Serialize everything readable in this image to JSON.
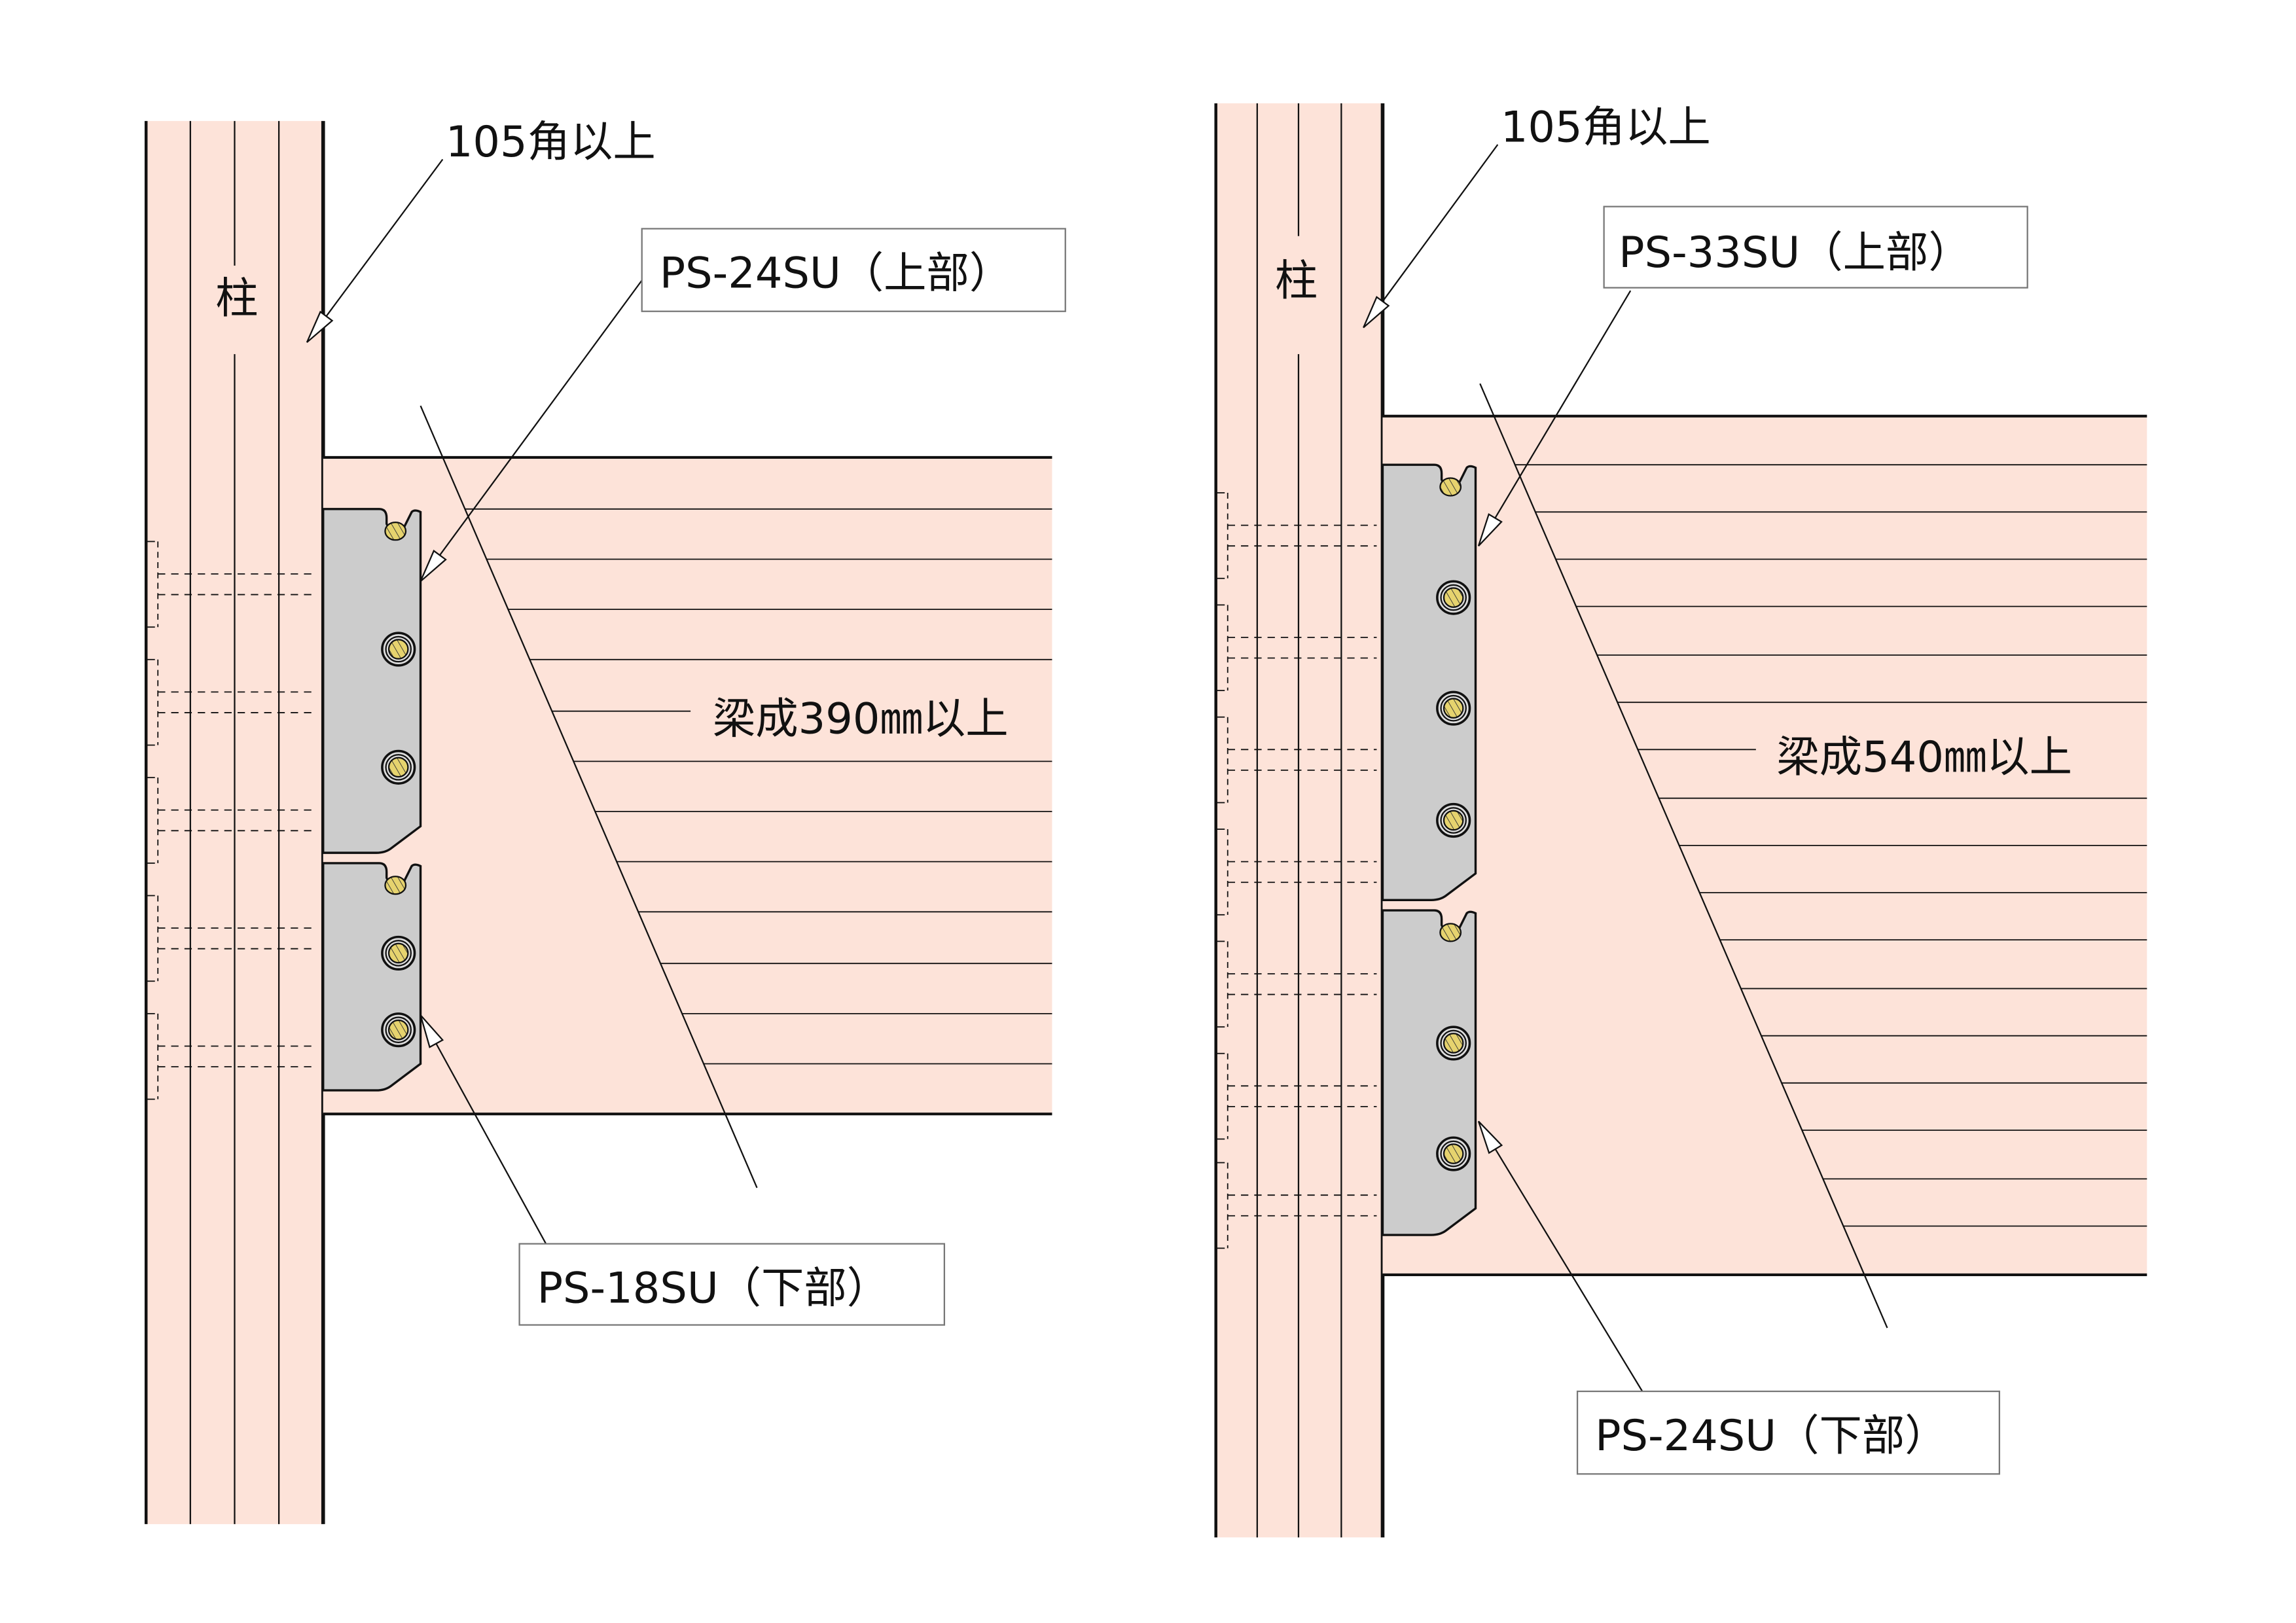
{
  "colors": {
    "wood": "#fde3d9",
    "plate": "#cccccc",
    "bolt": "#e6d36e",
    "line": "#111111"
  },
  "left": {
    "column_label": "柱",
    "column_size": "105角以上",
    "upper_hardware": "PS-24SU（上部）",
    "lower_hardware": "PS-18SU（下部）",
    "beam_depth": "梁成390㎜以上"
  },
  "right": {
    "column_label": "柱",
    "column_size": "105角以上",
    "upper_hardware": "PS-33SU（上部）",
    "lower_hardware": "PS-24SU（下部）",
    "beam_depth": "梁成540㎜以上"
  }
}
